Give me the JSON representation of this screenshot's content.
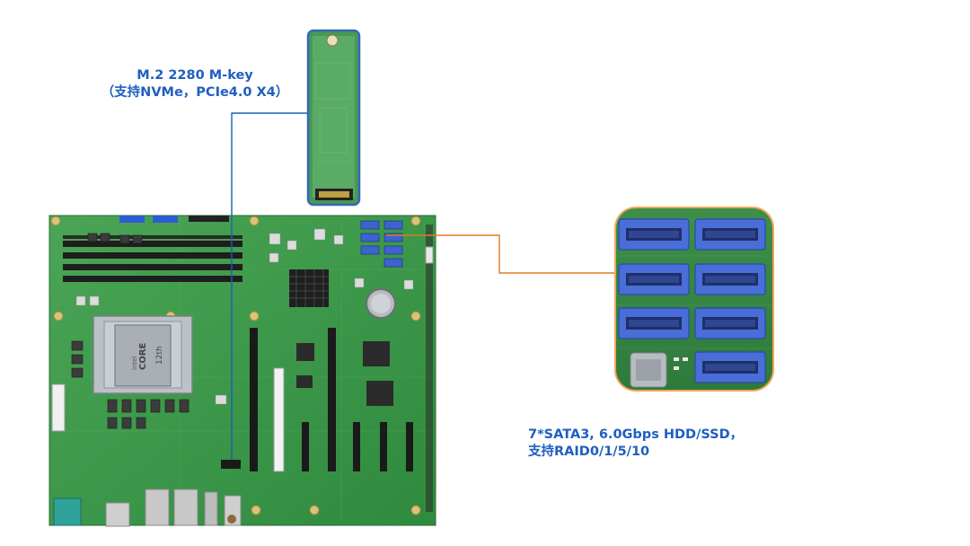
{
  "theme": {
    "label_color": "#1f5fbf",
    "m2_leader_color": "#1a5fb4",
    "sata_leader_color": "#e07c1f",
    "pcb_green": "#3f9b4b",
    "sata_port_blue": "#4a6ed8"
  },
  "m2_callout": {
    "line1": "M.2 2280 M-key",
    "line2": "（支持NVMe，PCIe4.0 X4）"
  },
  "sata_callout": {
    "line1": "7*SATA3, 6.0Gbps HDD/SSD，",
    "line2": "支持RAID0/1/5/10"
  },
  "cpu_socket": {
    "brand": "intel",
    "logo": "CORE",
    "gen": "12th"
  },
  "sata_ports_count": 7
}
